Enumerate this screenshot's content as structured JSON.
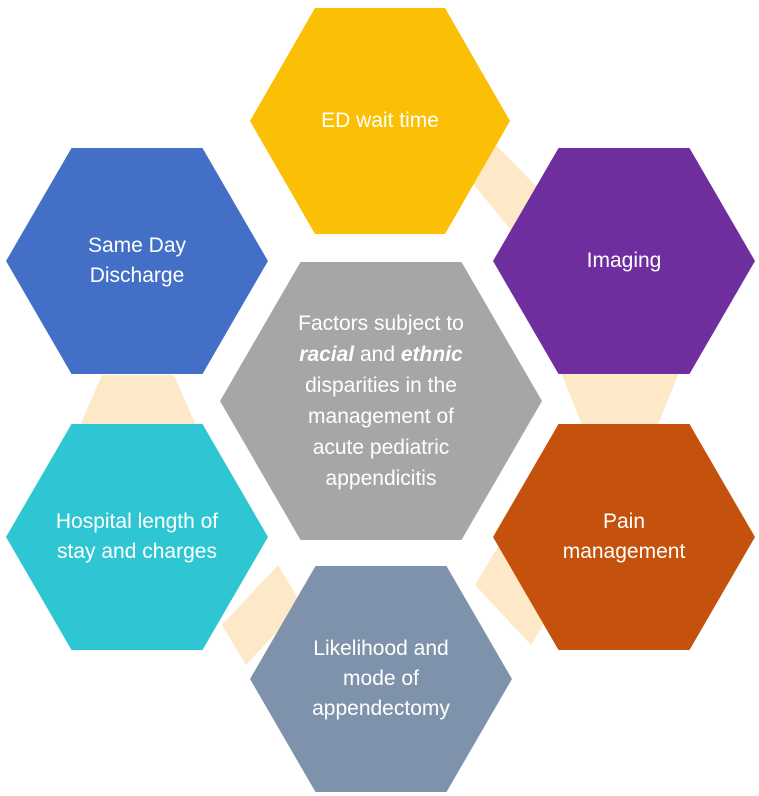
{
  "center": {
    "line1": "Factors subject to",
    "race": "racial",
    "and": " and ",
    "ethnic": "ethnic",
    "rest": "disparities in the management of acute pediatric appendicitis"
  },
  "factors": {
    "ed_wait_time": "ED wait time",
    "imaging": "Imaging",
    "pain_management": "Pain management",
    "appendectomy": "Likelihood and mode of appendectomy",
    "hospital_stay": "Hospital length of stay and charges",
    "same_day_discharge": "Same Day Discharge"
  },
  "colors": {
    "ed_wait_time": "#fbbf06",
    "imaging": "#6f2e9e",
    "pain_management": "#c4520d",
    "appendectomy": "#7e93ab",
    "hospital_stay": "#2ec6d2",
    "same_day_discharge": "#4370c6",
    "center": "#a6a6a6",
    "connector": "#fde9c8"
  }
}
